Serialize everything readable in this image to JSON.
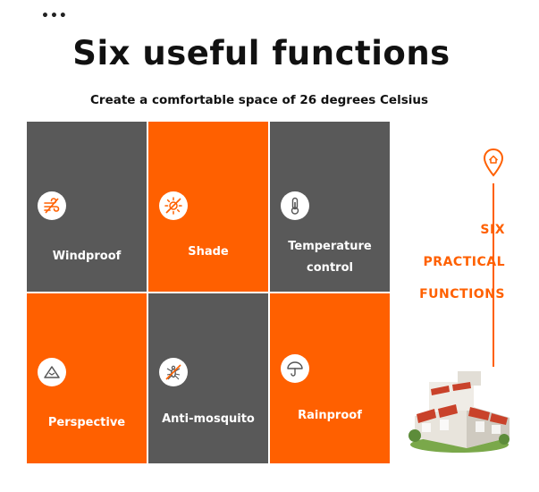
{
  "menu_dots": "•••",
  "title": "Six useful functions",
  "subtitle": "Create a comfortable space of 26 degrees Celsius",
  "functions": [
    {
      "label": "Windproof",
      "icon": "wind-icon",
      "color": "#595959"
    },
    {
      "label": "Shade",
      "icon": "sun-blocked-icon",
      "color": "#ff6000"
    },
    {
      "label": "Temperature control",
      "label_line1": "Temperature",
      "label_line2": "control",
      "icon": "thermometer-icon",
      "color": "#595959"
    },
    {
      "label": "Perspective",
      "icon": "mountain-icon",
      "color": "#ff6000"
    },
    {
      "label": "Anti-mosquito",
      "icon": "mosquito-blocked-icon",
      "color": "#595959"
    },
    {
      "label": "Rainproof",
      "icon": "umbrella-icon",
      "color": "#ff6000"
    }
  ],
  "side": {
    "line1": "SIX",
    "line2": "PRACTICAL",
    "line3": "FUNCTIONS",
    "icon": "location-pin-icon",
    "accent": "#ff6000"
  },
  "colors": {
    "orange": "#ff6000",
    "dark_gray": "#595959"
  }
}
